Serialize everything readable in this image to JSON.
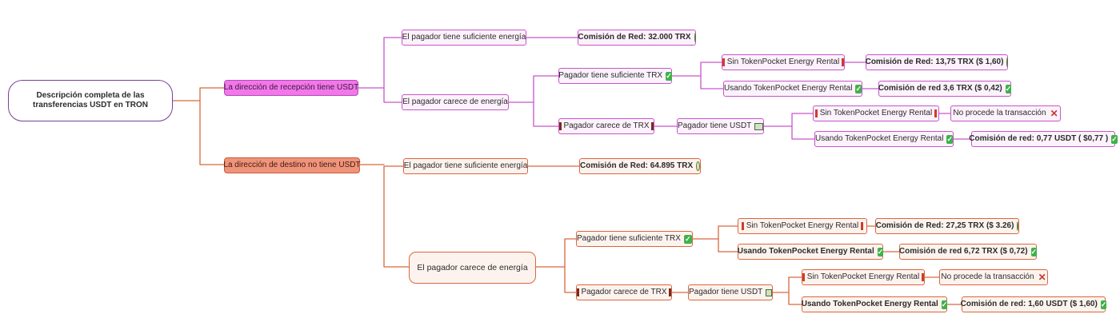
{
  "root": {
    "label": "Descripción completa de las transferencias USDT en TRON"
  },
  "branches": {
    "recv_has_usdt": "La dirección de recepción tiene USDT",
    "dest_no_usdt": "La dirección de destino no tiene USDT"
  },
  "pink": {
    "suficiente_energia": "El pagador tiene suficiente energía",
    "fee_32000": "Comisión de Red: 32.000 TRX",
    "carece_energia": "El pagador carece de energía",
    "suficiente_trx": "Pagador tiene suficiente TRX",
    "sin_rental_1": "Sin TokenPocket Energy Rental",
    "fee_13_75": "Comisión de Red: 13,75 TRX ($ 1,60)",
    "usando_rental_1": "Usando TokenPocket Energy Rental",
    "fee_3_6": "Comisión de red 3,6 TRX ($ 0,42)",
    "carece_trx": "Pagador carece de TRX",
    "tiene_usdt": "Pagador tiene USDT",
    "sin_rental_2": "Sin TokenPocket Energy Rental",
    "no_procede": "No procede la transacción",
    "usando_rental_2": "Usando TokenPocket Energy Rental",
    "fee_0_77": "Comisión de red: 0,77 USDT ( $0,77 )"
  },
  "orange": {
    "suficiente_energia": "El pagador tiene suficiente energía",
    "fee_64895": "Comisión de Red: 64.895 TRX",
    "carece_energia": "El pagador carece de energía",
    "suficiente_trx": "Pagador tiene suficiente TRX",
    "sin_rental_1": "Sin TokenPocket Energy Rental",
    "fee_27_25": "Comisión de Red: 27,25 TRX ($ 3.26)",
    "usando_rental_1": "Usando TokenPocket Energy Rental",
    "fee_6_72": "Comisión de red 6,72 TRX ($ 0,72)",
    "carece_trx": "Pagador carece de TRX",
    "tiene_usdt": "Pagador tiene USDT",
    "sin_rental_2": "Sin TokenPocket Energy Rental",
    "no_procede": "No procede la transacción",
    "usando_rental_2": "Usando TokenPocket Energy Rental",
    "fee_1_60": "Comisión de red: 1,60 USDT ($ 1,60)"
  },
  "colors": {
    "pink_line": "#c656c9",
    "orange_line": "#d9673f",
    "root_border": "#7a4096"
  },
  "icons": [
    "warning-icon",
    "check-icon",
    "cross-icon",
    "coin-icon",
    "banknote-icon",
    "red-bar-icon"
  ]
}
